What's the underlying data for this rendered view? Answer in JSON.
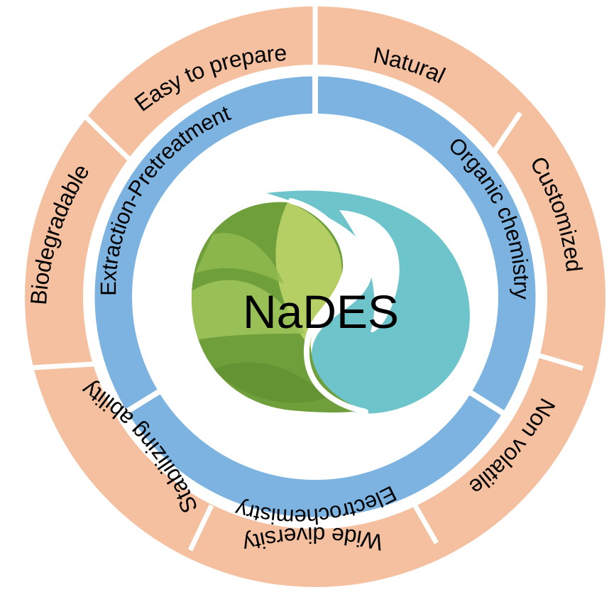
{
  "center": {
    "title": "NaDES"
  },
  "inner_ring": {
    "segments": [
      "Extraction-Pretreatment",
      "Organic chemistry",
      "Electrochemistry"
    ]
  },
  "outer_ring": {
    "segments": [
      "Easy to prepare",
      "Natural",
      "Customized",
      "Non volatile",
      "Wide diversity",
      "Stabilizing ability",
      "Biodegradable"
    ]
  },
  "colors": {
    "outer_ring": "#F4C09F",
    "outer_ring_stroke": "#E2A27E",
    "inner_ring": "#7CB3E1",
    "leaf_green_dark": "#6E9F3A",
    "leaf_green_light": "#B9D267",
    "leaf_teal": "#6DC5CB",
    "background": "#FFFFFF"
  }
}
